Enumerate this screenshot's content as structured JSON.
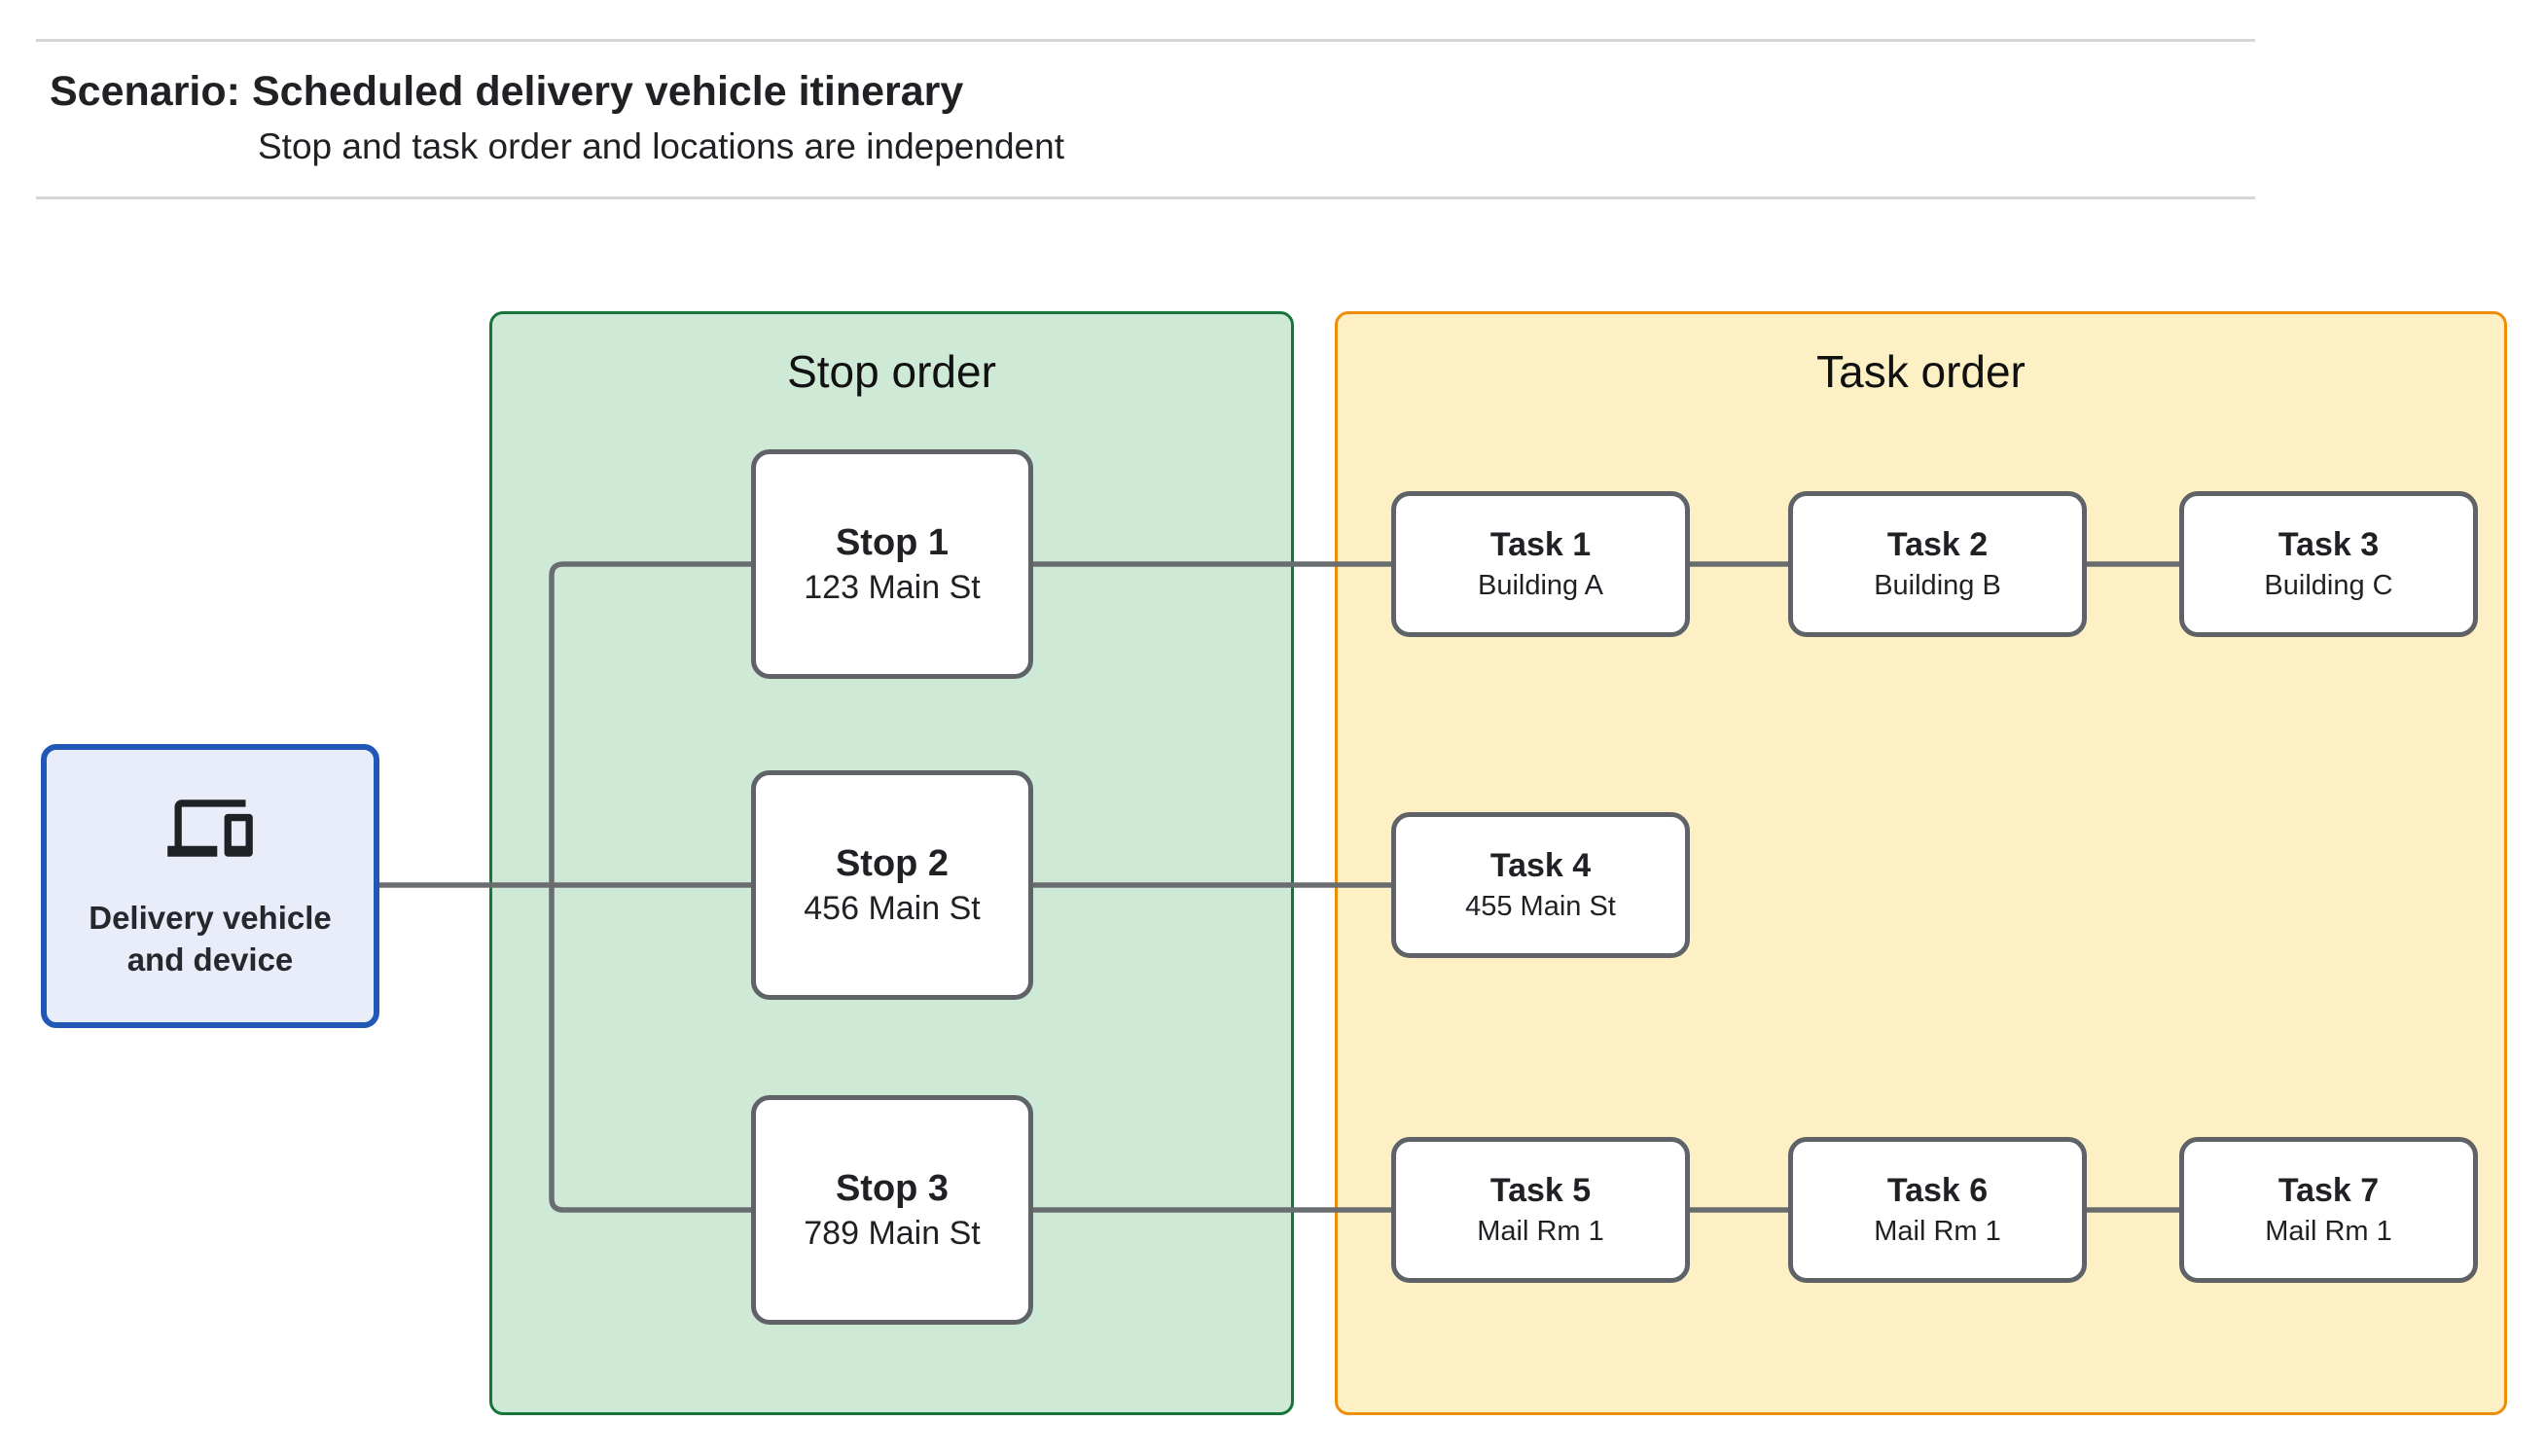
{
  "header": {
    "scenario_label": "Scenario:",
    "title": "Scheduled delivery vehicle itinerary",
    "subtitle": "Stop and task order and locations are independent"
  },
  "vehicle": {
    "label_line1": "Delivery vehicle",
    "label_line2": "and device",
    "icon": "devices-icon"
  },
  "panels": {
    "stop": {
      "title": "Stop order"
    },
    "task": {
      "title": "Task order"
    }
  },
  "stops": [
    {
      "title": "Stop 1",
      "address": "123 Main St"
    },
    {
      "title": "Stop 2",
      "address": "456 Main St"
    },
    {
      "title": "Stop 3",
      "address": "789 Main St"
    }
  ],
  "tasks": [
    {
      "title": "Task 1",
      "location": "Building A"
    },
    {
      "title": "Task 2",
      "location": "Building B"
    },
    {
      "title": "Task 3",
      "location": "Building C"
    },
    {
      "title": "Task 4",
      "location": "455 Main St"
    },
    {
      "title": "Task 5",
      "location": "Mail Rm 1"
    },
    {
      "title": "Task 6",
      "location": "Mail Rm 1"
    },
    {
      "title": "Task 7",
      "location": "Mail Rm 1"
    }
  ],
  "colors": {
    "page-bg": "#ffffff",
    "divider": "#d6d6d6",
    "text": "#1f2125",
    "stop-panel-fill": "#cfe9d7",
    "stop-panel-border": "#17743a",
    "task-panel-fill": "#fdf0c4",
    "task-panel-border": "#ee8d09",
    "vehicle-fill": "#e9edfa",
    "vehicle-border": "#2158b8",
    "node-fill": "#ffffff",
    "node-border": "#5f6368",
    "connector": "#6a6d70",
    "icon": "#202124"
  }
}
